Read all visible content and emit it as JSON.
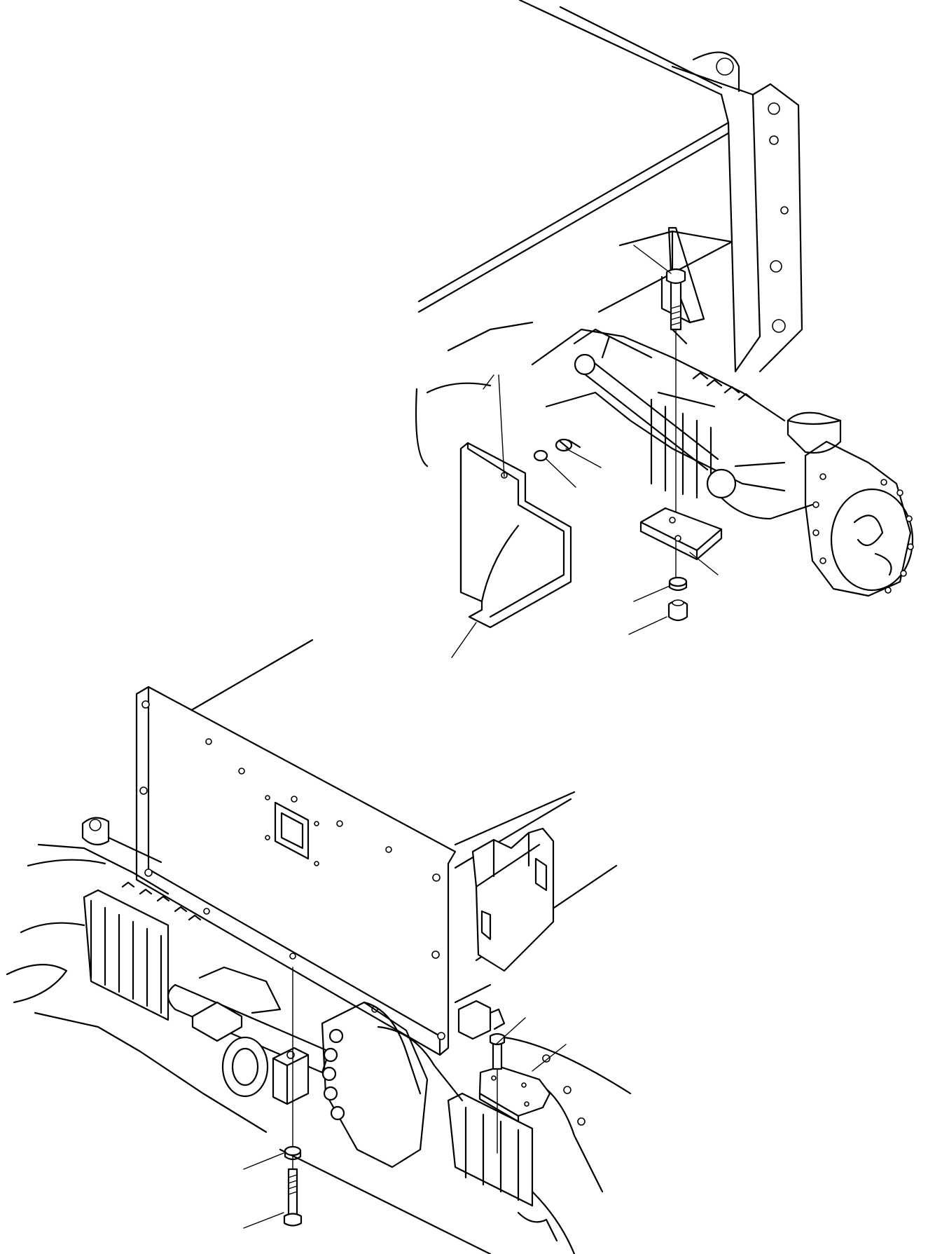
{
  "figure": {
    "kind": "exploded parts illustration",
    "views": [
      "upper-assembly",
      "lower-assembly"
    ],
    "callout_count": 13
  },
  "colors": {
    "ink": "#000000",
    "paper": "#ffffff"
  }
}
